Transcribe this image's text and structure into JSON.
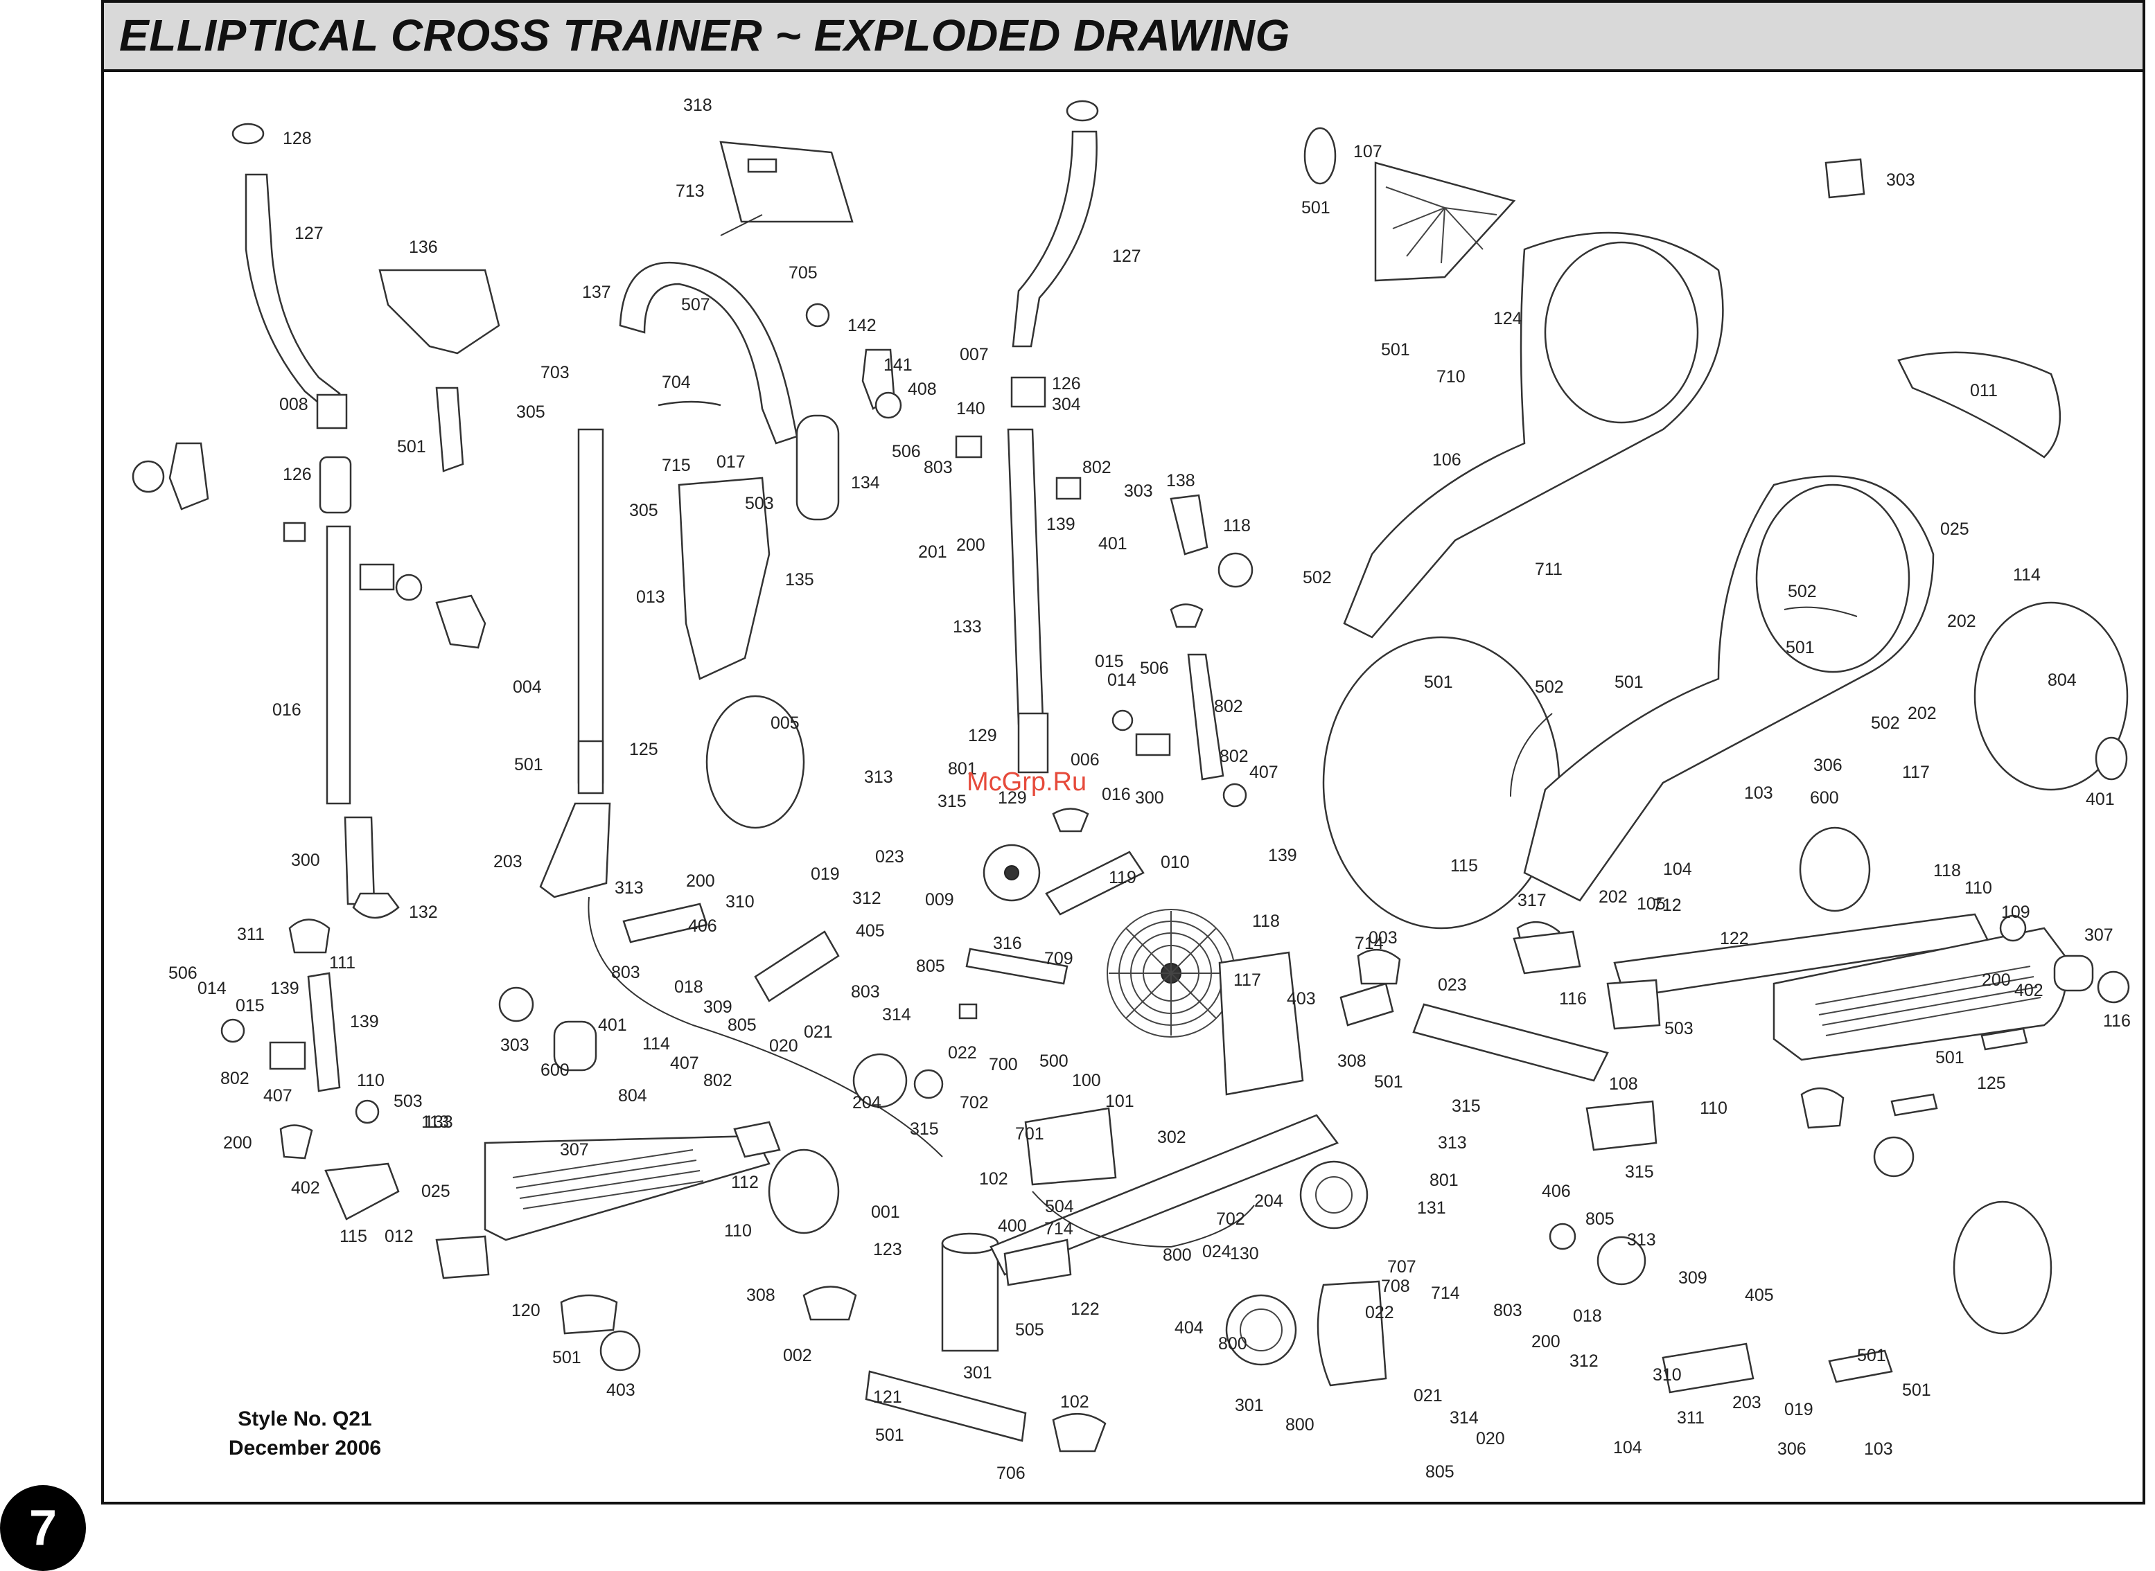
{
  "title": "ELLIPTICAL CROSS TRAINER ~ EXPLODED DRAWING",
  "style_number": "Style No. Q21",
  "date": "December 2006",
  "watermark": "McGrp.Ru",
  "page_number": "7",
  "callouts": [
    "128",
    "127",
    "136",
    "137",
    "318",
    "713",
    "705",
    "507",
    "703",
    "704",
    "715",
    "017",
    "134",
    "142",
    "141",
    "408",
    "506",
    "803",
    "140",
    "127",
    "126",
    "304",
    "007",
    "802",
    "303",
    "139",
    "401",
    "200",
    "201",
    "138",
    "118",
    "008",
    "126",
    "305",
    "501",
    "305",
    "503",
    "135",
    "013",
    "004",
    "501",
    "125",
    "005",
    "133",
    "506",
    "014",
    "802",
    "407",
    "139",
    "802",
    "015",
    "016",
    "300",
    "129",
    "006",
    "129",
    "016",
    "300",
    "132",
    "111",
    "311",
    "203",
    "313",
    "200",
    "019",
    "312",
    "406",
    "310",
    "405",
    "803",
    "018",
    "309",
    "805",
    "803",
    "805",
    "314",
    "020",
    "021",
    "022",
    "204",
    "315",
    "313",
    "801",
    "315",
    "023",
    "009",
    "316",
    "119",
    "709",
    "010",
    "118",
    "117",
    "303",
    "600",
    "401",
    "114",
    "804",
    "407",
    "802",
    "133",
    "506",
    "014",
    "139",
    "015",
    "139",
    "802",
    "407",
    "110",
    "503",
    "113",
    "200",
    "402",
    "115",
    "012",
    "025",
    "307",
    "112",
    "110",
    "120",
    "501",
    "403",
    "308",
    "002",
    "121",
    "501",
    "301",
    "102",
    "706",
    "700",
    "500",
    "100",
    "101",
    "702",
    "701",
    "102",
    "302",
    "400",
    "504",
    "714",
    "001",
    "123",
    "122",
    "702",
    "505",
    "714",
    "003",
    "403",
    "308",
    "501",
    "023",
    "315",
    "313",
    "315",
    "204",
    "801",
    "131",
    "708",
    "707",
    "714",
    "130",
    "800",
    "024",
    "800",
    "404",
    "301",
    "800",
    "022",
    "021",
    "314",
    "020",
    "805",
    "406",
    "805",
    "313",
    "803",
    "200",
    "018",
    "312",
    "405",
    "309",
    "310",
    "311",
    "203",
    "019",
    "104",
    "306",
    "103",
    "501",
    "501",
    "501",
    "107",
    "501",
    "124",
    "710",
    "106",
    "711",
    "502",
    "501",
    "502",
    "501",
    "502",
    "202",
    "501",
    "502",
    "202",
    "306",
    "103",
    "104",
    "202",
    "105",
    "712",
    "025",
    "804",
    "114",
    "401",
    "117",
    "011",
    "303",
    "600",
    "118",
    "110",
    "109",
    "307",
    "122",
    "402",
    "200",
    "116",
    "115",
    "317",
    "116",
    "108",
    "503",
    "110",
    "125",
    "501"
  ]
}
